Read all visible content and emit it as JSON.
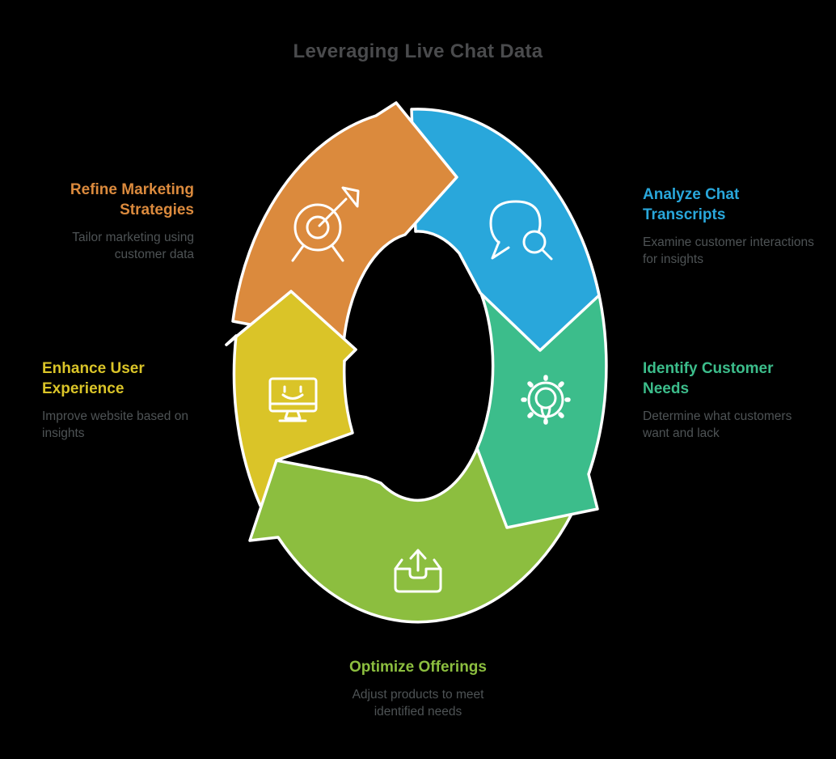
{
  "title": "Leveraging Live Chat Data",
  "colors": {
    "background": "#000000",
    "outline": "#FFFFFF",
    "title_text": "#4A4B4D",
    "body_text": "#4E5355"
  },
  "steps": [
    {
      "id": "refine-marketing",
      "label": "Refine Marketing Strategies",
      "description": "Tailor marketing using customer data",
      "color": "#DB8A3D",
      "icon": "target-arrow-icon"
    },
    {
      "id": "analyze-chat",
      "label": "Analyze Chat Transcripts",
      "description": "Examine customer interactions for insights",
      "color": "#29A7DB",
      "icon": "chat-search-icon"
    },
    {
      "id": "identify-needs",
      "label": "Identify Customer Needs",
      "description": "Determine what customers want and lack",
      "color": "#3CBD8B",
      "icon": "gear-bulb-icon"
    },
    {
      "id": "optimize-offerings",
      "label": "Optimize Offerings",
      "description": "Adjust products to meet identified needs",
      "color": "#8CBE3F",
      "icon": "outbox-arrow-icon"
    },
    {
      "id": "enhance-ux",
      "label": "Enhance User Experience",
      "description": "Improve website based on insights",
      "color": "#DAC428",
      "icon": "monitor-smile-icon"
    }
  ]
}
